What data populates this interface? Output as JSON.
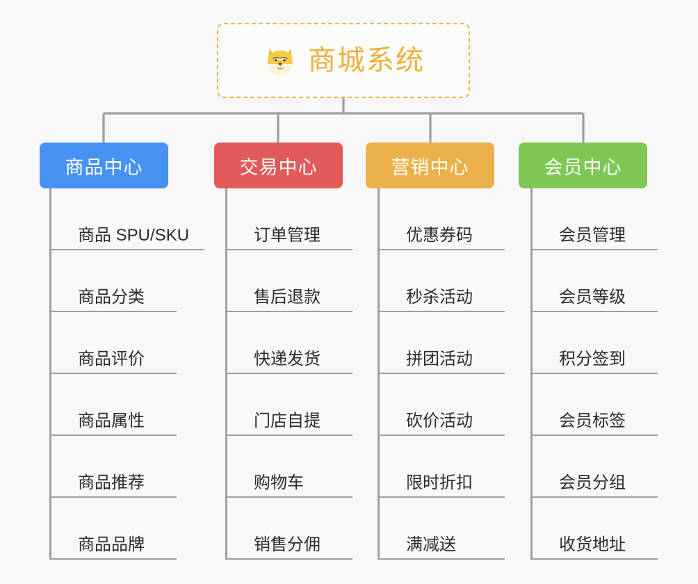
{
  "root": {
    "title": "商城系统",
    "icon": "shiba-dog-icon",
    "border_color": "#eab54a",
    "text_color": "#eeb03c"
  },
  "connector_color": "#9b9fa4",
  "branches": [
    {
      "label": "商品中心",
      "color": "#4791f2",
      "items": [
        "商品 SPU/SKU",
        "商品分类",
        "商品评价",
        "商品属性",
        "商品推荐",
        "商品品牌"
      ]
    },
    {
      "label": "交易中心",
      "color": "#e15b5b",
      "items": [
        "订单管理",
        "售后退款",
        "快递发货",
        "门店自提",
        "购物车",
        "销售分佣"
      ]
    },
    {
      "label": "营销中心",
      "color": "#eab14a",
      "items": [
        "优惠券码",
        "秒杀活动",
        "拼团活动",
        "砍价活动",
        "限时折扣",
        "满减送"
      ]
    },
    {
      "label": "会员中心",
      "color": "#7dc855",
      "items": [
        "会员管理",
        "会员等级",
        "积分签到",
        "会员标签",
        "会员分组",
        "收货地址"
      ]
    }
  ]
}
